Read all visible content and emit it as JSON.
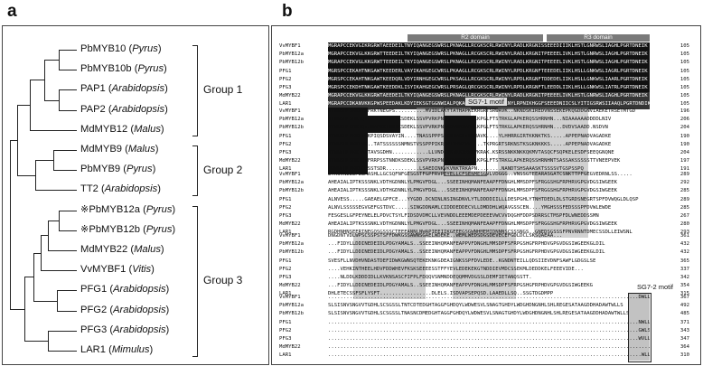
{
  "panel_a": {
    "letter": "a",
    "leaves": [
      {
        "name": "PbMYB10",
        "species": "Pyrus",
        "mark": ""
      },
      {
        "name": "PbMYB10b",
        "species": "Pyrus",
        "mark": ""
      },
      {
        "name": "PAP1",
        "species": "Arabidopsis",
        "mark": ""
      },
      {
        "name": "PAP2",
        "species": "Arabidopsis",
        "mark": ""
      },
      {
        "name": "MdMYB12",
        "species": "Malus",
        "mark": ""
      },
      {
        "name": "MdMYB9",
        "species": "Malus",
        "mark": ""
      },
      {
        "name": "PbMYB9",
        "species": "Pyrus",
        "mark": ""
      },
      {
        "name": "TT2",
        "species": "Arabidopsis",
        "mark": ""
      },
      {
        "name": "PbMYB12a",
        "species": "Pyrus",
        "mark": "※"
      },
      {
        "name": "PbMYB12b",
        "species": "Pyrus",
        "mark": "※"
      },
      {
        "name": "MdMYB22",
        "species": "Malus",
        "mark": ""
      },
      {
        "name": "VvMYBF1",
        "species": "Vitis",
        "mark": ""
      },
      {
        "name": "PFG1",
        "species": "Arabidopsis",
        "mark": ""
      },
      {
        "name": "PFG2",
        "species": "Arabidopsis",
        "mark": ""
      },
      {
        "name": "PFG3",
        "species": "Arabidopsis",
        "mark": ""
      },
      {
        "name": "LAR1",
        "species": "Mimulus",
        "mark": ""
      }
    ],
    "groups": [
      "Group 1",
      "Group 2",
      "Group 3"
    ]
  },
  "panel_b": {
    "letter": "b",
    "domains": [
      "R2 domain",
      "R3 domain"
    ],
    "motifs": [
      "SG7-1 motif",
      "SG7-2 motif"
    ],
    "blocks": [
      {
        "rows": [
          {
            "name": "VvMYBF1",
            "seq": "MGRAPCCEKVGIKRGRWTAEEDEILTNYIQANGEGSWRSLPKNAGLLRCGKSCRLRWINYLRADLKRGNISSEEEDIIIKLHSTLGNRWSLIAGHLPGRTDNEIK",
            "num": "105"
          },
          {
            "name": "PbMYB12a",
            "seq": "MGRAPCCEKVGLKKGRWTTEEDEILTKYIQANGEGSWRSLPKNAGLLRCGKSCRLRWINYLRADLKRGNITPEEEELIVKLHSTLGNRWSLIAGHLPGRTDNEIK",
            "num": "105"
          },
          {
            "name": "PbMYB12b",
            "seq": "MGRAPCCEKVGLKKGRWTTEEDEILTKYIQANGEGSWRSLPKNAGLLRCGKSCRLRWINYLRADLKRGNITPEEEELIVKLHSTLGNRWSLIAGHLPGRTDNEIK",
            "num": "105"
          },
          {
            "name": "PFG1",
            "seq": "MGRSPCCEKAHTNKGAWTKEEDERLVAYIKAHGEGCWRSLPKAAGLLRCGKSCRLRWINYLRPDLKRGNFTEEEDELIIKLHSLLGNKWSLIAGRLPGRTDNEIK",
            "num": "105"
          },
          {
            "name": "PFG2",
            "seq": "MGRSPCCEKAHTNKGAWTKEEDQRLVDYIRNHGEGCWRSLPKSAGLLRCGKSCRLRWINYLRPDLKRGNFTDDEDELIIKLHSLLGNKWSLIAARLPGRTDNEIK",
            "num": "105"
          },
          {
            "name": "PFG3",
            "seq": "MGRSPCCEKDHTNKGAWTKEEDDKLISYIKAHGEGCWRSLPRSAGLQRCGKSCRLRWINYLRPDLKRGNFTLEEDDLIIKLHSLLGNKWSLIATRLPGRTDNEIK",
            "num": "105"
          },
          {
            "name": "MdMYB22",
            "seq": "MGRAPCCEKVGLKKGRWTAEEDEILTKYIQANGEGSWRSLPKNAGLLRCGKSCRLRWINYLRADLKRGNITPEEEELIVKLHSTLGNRWSLIAGHLPGRTDNEIK",
            "num": "105"
          },
          {
            "name": "LAR1",
            "seq": "MGRAPCCDKANVKKGPWSPEEDAKLKDYIEKSGTGGNWIALPQKAGLKRCGKSCRLRWLNYLRPNIKHGGFSEEEDNIICSLYITIGSRWSIIAAQLPGRTDNDIK",
            "num": "105"
          }
        ]
      },
      {
        "rows": [
          {
            "name": "VvMYBF1",
            "seq": "NYWNSHLSKKVYSFRKTNEGPS..........MVIDLAKYTATHAPKEKRGRTSRWAVK..NKNDSKIREDVNSSEKEPKQGDDGNVIAEKETRSETMTGD",
            "num": "196"
          },
          {
            "name": "PbMYB12a",
            "seq": "NYWNSHLSRKIQTFRRPSSTNNDKSDEKLSSVPVRKPNPADVNMSRRGLKPGLFTSTRKGLAPKERQSSHRNHN...NIAAAAAADDDDLNIV",
            "num": "206"
          },
          {
            "name": "PbMYB12b",
            "seq": "NYWNSHLSRKIQTFRRPSSTNNDKSDEKLSSVPVRKPNPADVNMSRRGLKPGLFTSTRKGLAPKERQSSHRNHN...DVDVSAADD.NSDVN",
            "num": "204"
          },
          {
            "name": "PFG1",
            "seq": "NYWNSHLRKKLIGKPIQSDSVAYIN....TNASSPPPSHGNKRGRTSRWAVK....YLHHRRGIRTKKNKTKS.....APPEPNADVAGADKE",
            "num": "190"
          },
          {
            "name": "PFG2",
            "seq": "NYWNSHLRKKLVG..TATSSSSSSNMNSTVSSPPPIKRGRTSRWAVK....TKPRGRTSRKNSTKSGKNKKKS.....APPEPNADVAGADKE",
            "num": "190"
          },
          {
            "name": "PFG3",
            "seq": "NYWNTHLRKKTAVTAVSGDHN............LLVNDVVKTKKSRWAVKRAK.KSRSSNKKNKKQKMVTASQCFSQPKELESDFSEEQGNQNE",
            "num": "204"
          },
          {
            "name": "MdMYB22",
            "seq": "NYWNSHLSRKIQTFRRPSSTNNDKSDEKLSSVPVRKPNPADVNMSRRGLKPGLFTSTRKGLAPKERQSSHRNHNTSASSAKSSSSSTTVNEEPVEK",
            "num": "197"
          },
          {
            "name": "LAR1",
            "seq": "NHWNTHLRKKLGPSSTSDR...........LSAEDINKVKVNKTRKAPN........NANDTSHSAAASKTSSSSVTGSPSSPQ",
            "num": "191"
          }
        ],
        "motif_index": 0
      },
      {
        "rows": [
          {
            "name": "VvMYBF1",
            "seq": "LYAGVNEEEPELMASHLLGCSQFNFGESGSTFGPFRVPEYELLCFSENMESGVLVDGGG..VNSSGTEEARASGATCSNKTTPFGEGVEDRNLSS.....",
            "num": "289"
          },
          {
            "name": "PbMYB12a",
            "seq": "AHEAIALIPTKSSSNKLVDTHGDNNLYLPMGVFDGL...SSEEINHQMANFEAAPFFDNGHLMMSDPFSFRGGSHGFRPHRVGPGVDGSIWGEEK",
            "num": "292"
          },
          {
            "name": "PbMYB12b",
            "seq": "AHEAIALIPTKSSSNKLVDTHGDNNLYLPMGVFDGL...SSEEINHQMANFEAAPFFDNGHLMMSDPFSFRGGSHGFRPHRVGPGVDGSIWGEEK",
            "num": "285"
          },
          {
            "name": "PFG1",
            "seq": "ALNVESS.....GAEAELGPFCE...YYGDD.DCNINLNSINGDNVLYTLDDDDIILLLDESPGHLYTNHTDEDLDLSTGRDSNEGRTSPFDVWQGLDLQSP",
            "num": "289"
          },
          {
            "name": "PFG2",
            "seq": "ALNVLSSSSSEGVGEFGSTDVC.....SINGDDNAMLCIDDDEDDECVLLDMDDHLWQAVGSSCEN....YMGHSSSFEDSSSPFDVWLEWDE",
            "num": "285"
          },
          {
            "name": "PFG3",
            "seq": "FESGESLGFPEYNELELPDVCTSYLFIDSDVDMCLLVEVNDDLEEEMDEPDEEEVWCVVDQGHFDDPSDRRSCTMSPFDLWNEDDSSMN",
            "num": "267"
          },
          {
            "name": "MdMYB22",
            "seq": "AHEAIALIPTKSSSNKLVDTHGDNNLYLPMGVFDGL...SSEEINHQMANFEAAPFFDNGHLMMSDPFSFRGGSHGFRPHRVGPGVDGSIWGEEK",
            "num": "280"
          },
          {
            "name": "LAR1",
            "seq": "RGDHNHNSEERINEGQSGSSSCTEEEANNLNWAPIEEIIKGEEEGSGWNHMEMIDNNNSCSSSNGS..GNEDSGSSSFPNVRNNTDMECSSDLLEIWSNL",
            "num": "293"
          }
        ]
      },
      {
        "rows": [
          {
            "name": "VvMYBF1",
            "seq": "DNGDNTVDLWPSCSSPSTSFFDWKGSSAWNSGAELWDEKE..WEMLWEDSDGSDEVECEFGDLDCLSKSQAEAA...",
            "num": "361"
          },
          {
            "name": "PbMYB12a",
            "seq": "...FIDYLLDDINEDEIDLPDGYAMALS..SSEEINHQMANFEAPPVFDNGHLMMSDPFSFRPGSHGFRPHDVGPGVDGSIWGEEKGLDIL",
            "num": "432"
          },
          {
            "name": "PbMYB12b",
            "seq": "...FIDYLLDDINEDEIDLPDGYAMALS..SSEEINHQMANFEAPPVFDNGHLMMSDPFSFRPGSHGFRPHDVGPGVDGSIWGEEKGLDIL",
            "num": "432"
          },
          {
            "name": "PFG1",
            "seq": "SVESFLLNVDHVNDASTDEFIDWKGWNSQTEKEKNKGDEAIGNKSSPFDVLEDE..KGNDNTEILLQDSIIEVDNFSAWFLGDGSLSE",
            "num": "365"
          },
          {
            "name": "PFG2",
            "seq": "....VEHKINTHEELHDVFDDWHEVFKSKSEEEESSTFFYEVLEDEKEKGTNDDIEVMDCSSEKMLDEDDKELFEEEVIDE...",
            "num": "337"
          },
          {
            "name": "PFG3",
            "seq": "....NLDDLKDDDIDLLKVKNSASCFIFPLFDQQVSNMNDDEQQMMVDGSSLDEMFIETANQSSTT.",
            "num": "342"
          },
          {
            "name": "MdMYB22",
            "seq": "...FIDYLLDDINEDEIDLPDGYAMALS..SSEEINHQMANFEAPPVFDNGHLMMSDPFSFRPGSHGFRPHDVGPGVDGSIWGEEKG",
            "num": "354"
          },
          {
            "name": "LAR1",
            "seq": "DHLETECSSFSFLYSFT.................DLELS.ISDVAPSEPQSD.LAAEDLLSQ..SSGTDGDMPP",
            "num": "315"
          }
        ]
      },
      {
        "rows": [
          {
            "name": "VvMYBF1",
            "seq": "......................................................................................................DWLLS",
            "num": "367"
          },
          {
            "name": "PbMYB12a",
            "seq": "SLSISNVSNGVVTGDHLSCSGSSLTNTCDTEDGHTAGGFGHDQYLWDWESVLSNAGTGHDYLWDGHDNGNHLSHLREGESATAAGDDHADAWTWLLS",
            "num": "492"
          },
          {
            "name": "PbMYB12b",
            "seq": "SLSISNVSNGVVTGDHLSCSGSSLTNASNCDMEDGHTAGGFGHDQYLWDWESVLSNAGTGHDYLWDGHDNGNHLSHLREGESATAAGDDHADAWTWLLS",
            "num": "485"
          },
          {
            "name": "PFG1",
            "seq": "......................................................................................................NWLLS",
            "num": "371"
          },
          {
            "name": "PFG2",
            "seq": "......................................................................................................GWLSL",
            "num": "343"
          },
          {
            "name": "PFG3",
            "seq": "......................................................................................................WVLLS",
            "num": "347"
          },
          {
            "name": "MdMYB22",
            "seq": "..........................................................................................................",
            "num": "364"
          },
          {
            "name": "LAR1",
            "seq": ".......................................................................................................WLLS",
            "num": "310"
          }
        ],
        "motif_index": 1
      }
    ]
  }
}
